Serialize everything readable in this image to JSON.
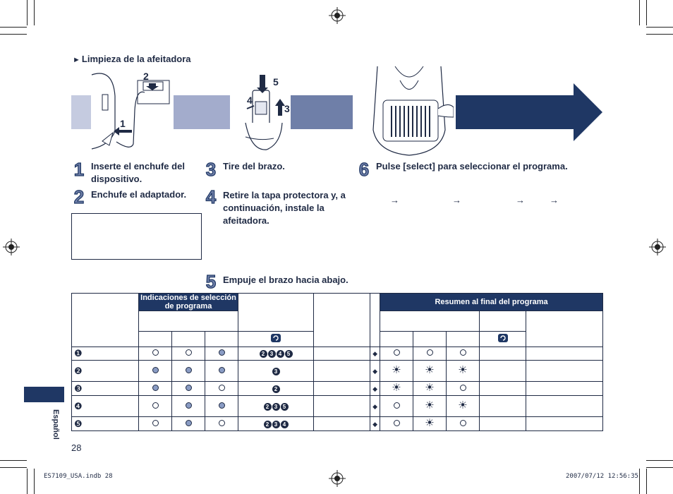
{
  "section_title": "Limpieza de la afeitadora",
  "illustration_labels": {
    "one": "1",
    "two": "2",
    "three": "3",
    "four": "4",
    "five": "5"
  },
  "steps": [
    {
      "num": "1",
      "text_l1": "Inserte el enchufe del",
      "text_l2": "dispositivo."
    },
    {
      "num": "2",
      "text_l1": "Enchufe el adaptador."
    },
    {
      "num": "3",
      "text_l1": "Tire del brazo."
    },
    {
      "num": "4",
      "text_l1": "Retire la tapa protectora y, a",
      "text_l2": "continuación, instale la",
      "text_l3": "afeitadora."
    },
    {
      "num": "5",
      "text_l1": "Empuje el brazo hacia abajo."
    },
    {
      "num": "6",
      "text_l1": "Pulse [select] para seleccionar el programa."
    }
  ],
  "sequence_arrows": [
    "→",
    "→",
    "→",
    "→"
  ],
  "table": {
    "header_left": "Indicaciones de selección de programa",
    "header_right": "Resumen al final del programa",
    "rows": [
      {
        "num": "❶",
        "sel": [
          "empty",
          "empty",
          "fill"
        ],
        "circles": [
          "❷",
          "❸",
          "❹",
          "❺"
        ],
        "res": [
          "empty",
          "empty",
          "empty"
        ]
      },
      {
        "num": "❷",
        "sel": [
          "fill",
          "fill",
          "fill"
        ],
        "circles": [
          "❸"
        ],
        "res": [
          "sun",
          "sun",
          "sun"
        ]
      },
      {
        "num": "❸",
        "sel": [
          "fill",
          "fill",
          "empty"
        ],
        "circles": [
          "❷"
        ],
        "res": [
          "sun",
          "sun",
          "empty"
        ]
      },
      {
        "num": "❹",
        "sel": [
          "empty",
          "fill",
          "fill"
        ],
        "circles": [
          "❷",
          "❸",
          "❺"
        ],
        "res": [
          "empty",
          "sun",
          "sun"
        ]
      },
      {
        "num": "❺",
        "sel": [
          "empty",
          "fill",
          "empty"
        ],
        "circles": [
          "❷",
          "❸",
          "❹"
        ],
        "res": [
          "empty",
          "sun",
          "empty"
        ]
      }
    ]
  },
  "language_tab": "Español",
  "page_number": "28",
  "footer_file": "ES7109_USA.indb   28",
  "footer_date": "2007/07/12   12:56:35",
  "colors": {
    "navy": "#1f3764",
    "band_light": "#c5cbe0",
    "band_mid": "#a3accc",
    "band_dark": "#6f7fa8"
  }
}
